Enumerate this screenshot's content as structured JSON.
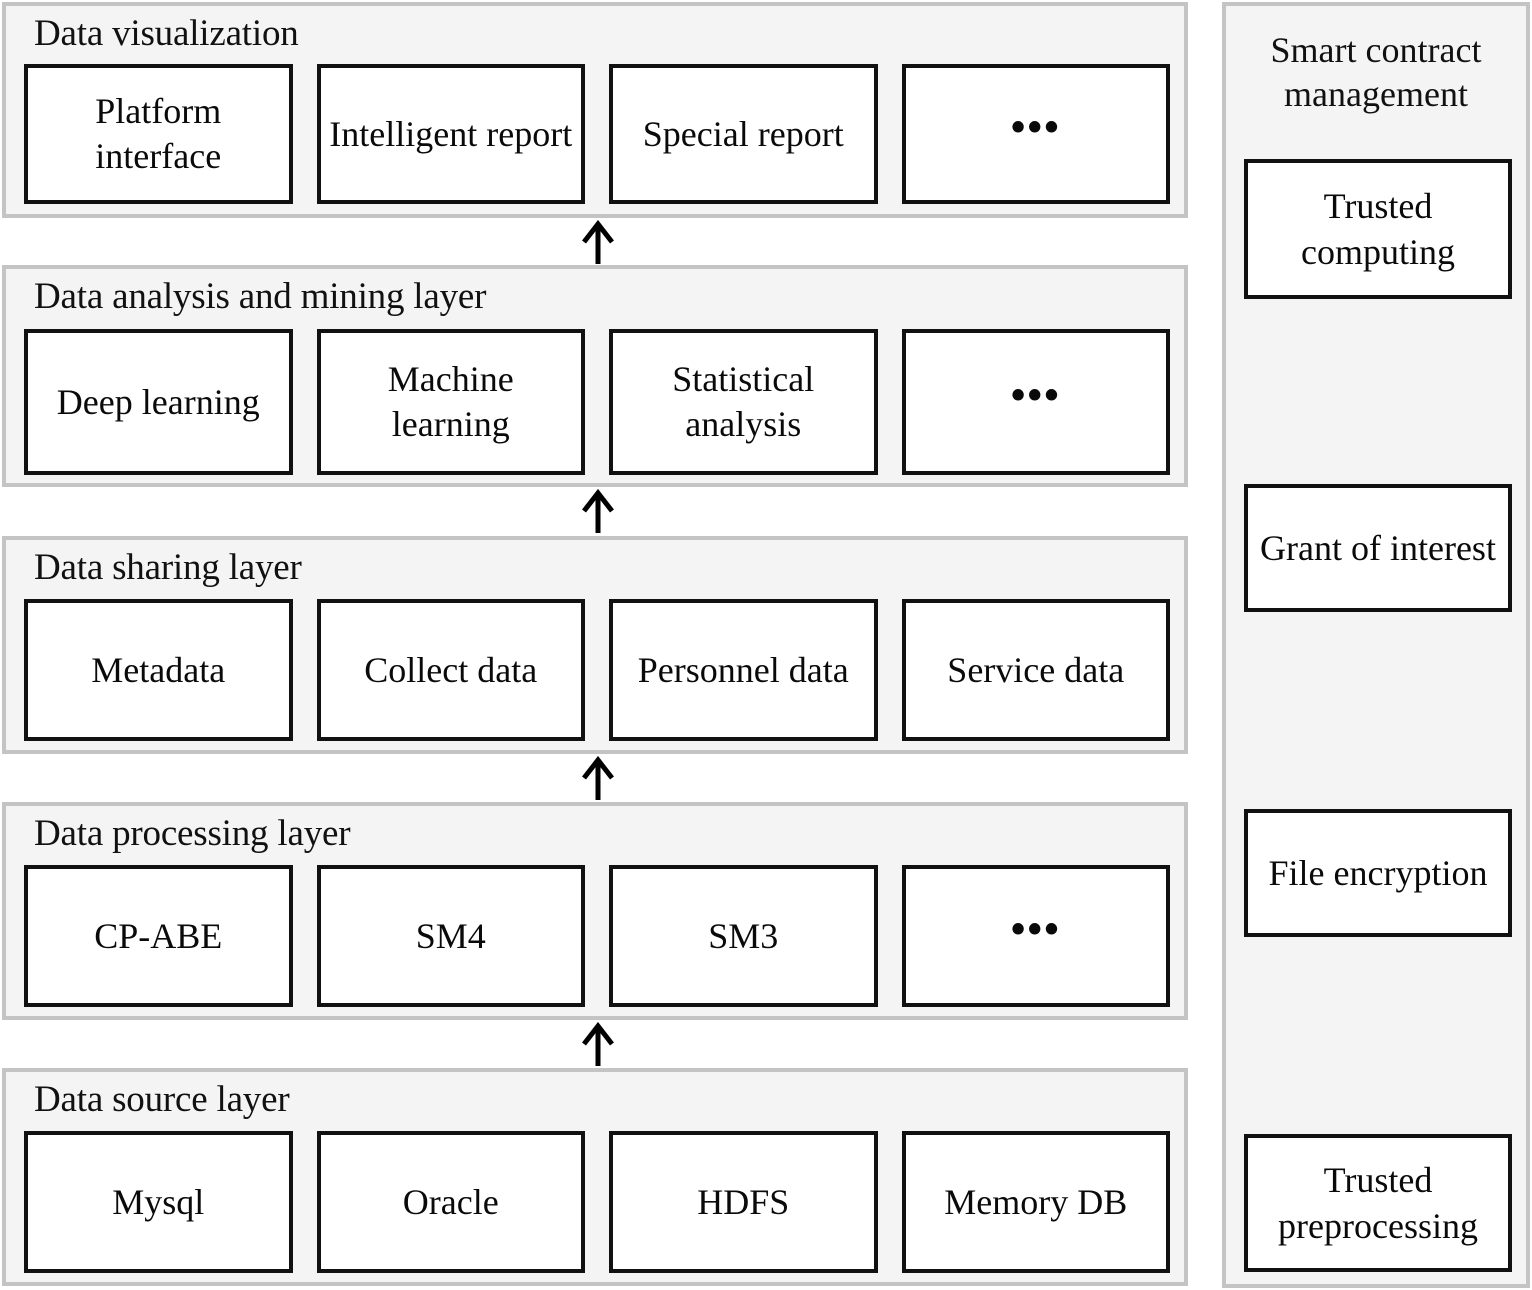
{
  "diagram": {
    "title": "Layered data platform architecture with smart contract management",
    "colors": {
      "panel_fill": "#f4f4f4",
      "panel_border": "#c4c4c4",
      "box_border": "#111111",
      "box_fill": "#ffffff",
      "text": "#0a0a0a",
      "arrow": "#000000"
    },
    "ellipsis_glyph": "•••"
  },
  "layers": [
    {
      "id": "data-visualization",
      "title": "Data visualization",
      "boxes": [
        {
          "label": "Platform interface",
          "ellipsis": false
        },
        {
          "label": "Intelligent report",
          "ellipsis": false
        },
        {
          "label": "Special report",
          "ellipsis": false
        },
        {
          "label": "•••",
          "ellipsis": true
        }
      ]
    },
    {
      "id": "data-analysis-and-mining-layer",
      "title": "Data analysis and mining layer",
      "boxes": [
        {
          "label": "Deep learning",
          "ellipsis": false
        },
        {
          "label": "Machine learning",
          "ellipsis": false
        },
        {
          "label": "Statistical analysis",
          "ellipsis": false
        },
        {
          "label": "•••",
          "ellipsis": true
        }
      ]
    },
    {
      "id": "data-sharing-layer",
      "title": "Data sharing layer",
      "boxes": [
        {
          "label": "Metadata",
          "ellipsis": false
        },
        {
          "label": "Collect data",
          "ellipsis": false
        },
        {
          "label": "Personnel data",
          "ellipsis": false
        },
        {
          "label": "Service data",
          "ellipsis": false
        }
      ]
    },
    {
      "id": "data-processing-layer",
      "title": "Data processing layer",
      "boxes": [
        {
          "label": "CP-ABE",
          "ellipsis": false
        },
        {
          "label": "SM4",
          "ellipsis": false
        },
        {
          "label": "SM3",
          "ellipsis": false
        },
        {
          "label": "•••",
          "ellipsis": true
        }
      ]
    },
    {
      "id": "data-source-layer",
      "title": "Data source layer",
      "boxes": [
        {
          "label": "Mysql",
          "ellipsis": false
        },
        {
          "label": "Oracle",
          "ellipsis": false
        },
        {
          "label": "HDFS",
          "ellipsis": false
        },
        {
          "label": "Memory DB",
          "ellipsis": false
        }
      ]
    }
  ],
  "arrows": [
    {
      "id": "arrow-source-to-processing",
      "direction": "up",
      "from": "data-source-layer",
      "to": "data-processing-layer"
    },
    {
      "id": "arrow-processing-to-sharing",
      "direction": "up",
      "from": "data-processing-layer",
      "to": "data-sharing-layer"
    },
    {
      "id": "arrow-sharing-to-analysis",
      "direction": "up",
      "from": "data-sharing-layer",
      "to": "data-analysis-and-mining-layer"
    },
    {
      "id": "arrow-analysis-to-visualization",
      "direction": "up",
      "from": "data-analysis-and-mining-layer",
      "to": "data-visualization"
    }
  ],
  "side_panel": {
    "title": "Smart contract management",
    "boxes": [
      {
        "label": "Trusted computing"
      },
      {
        "label": "Grant of interest"
      },
      {
        "label": "File encryption"
      },
      {
        "label": "Trusted preprocessing"
      }
    ]
  }
}
